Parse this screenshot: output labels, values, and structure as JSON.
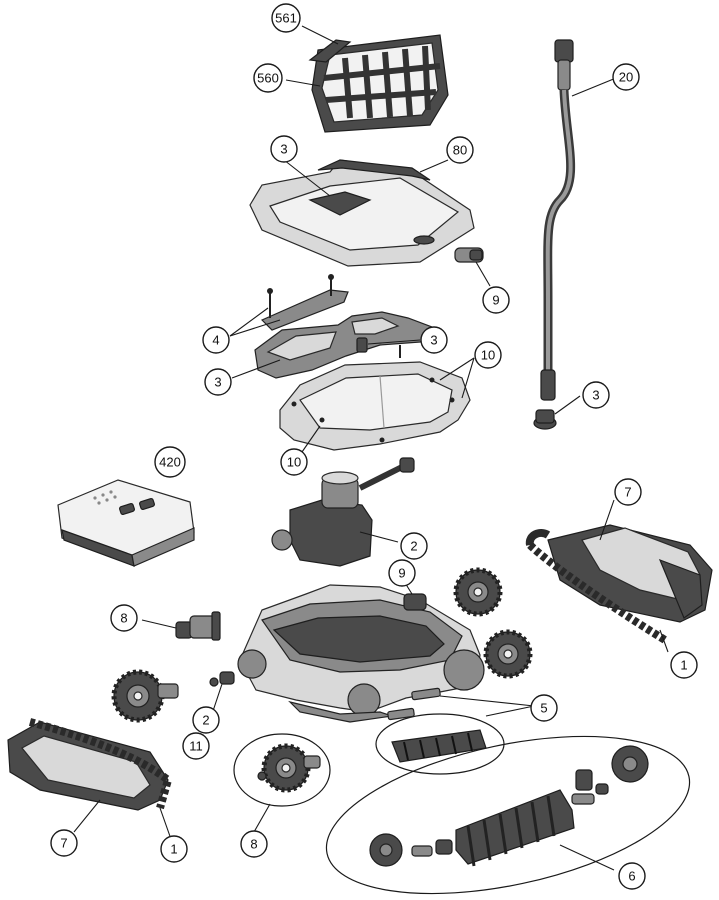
{
  "colors": {
    "line": "#1a1a1a",
    "dark": "#4a4a4a",
    "mid": "#8a8a8a",
    "light": "#d9d9d9"
  },
  "callouts": {
    "basket_top": "561",
    "basket": "560",
    "lid_insert": "3",
    "lid_seal": "80",
    "swivel": "20",
    "lid_latch": "9",
    "screws_top": "4",
    "cover_insert": "3",
    "cover_part": "3",
    "cover_screws": "10",
    "cover_screws_b": "10",
    "cable_cap": "3",
    "power_supply": "420",
    "track_right": "7",
    "motor_block": "2",
    "latch_body": "9",
    "wheel_plug": "8",
    "track_right_b": "1",
    "bushing": "2",
    "small_part": "11",
    "brush_clips": "5",
    "track_left": "7",
    "track_left_b": "1",
    "wheel_group": "8",
    "brush_group": "6"
  }
}
